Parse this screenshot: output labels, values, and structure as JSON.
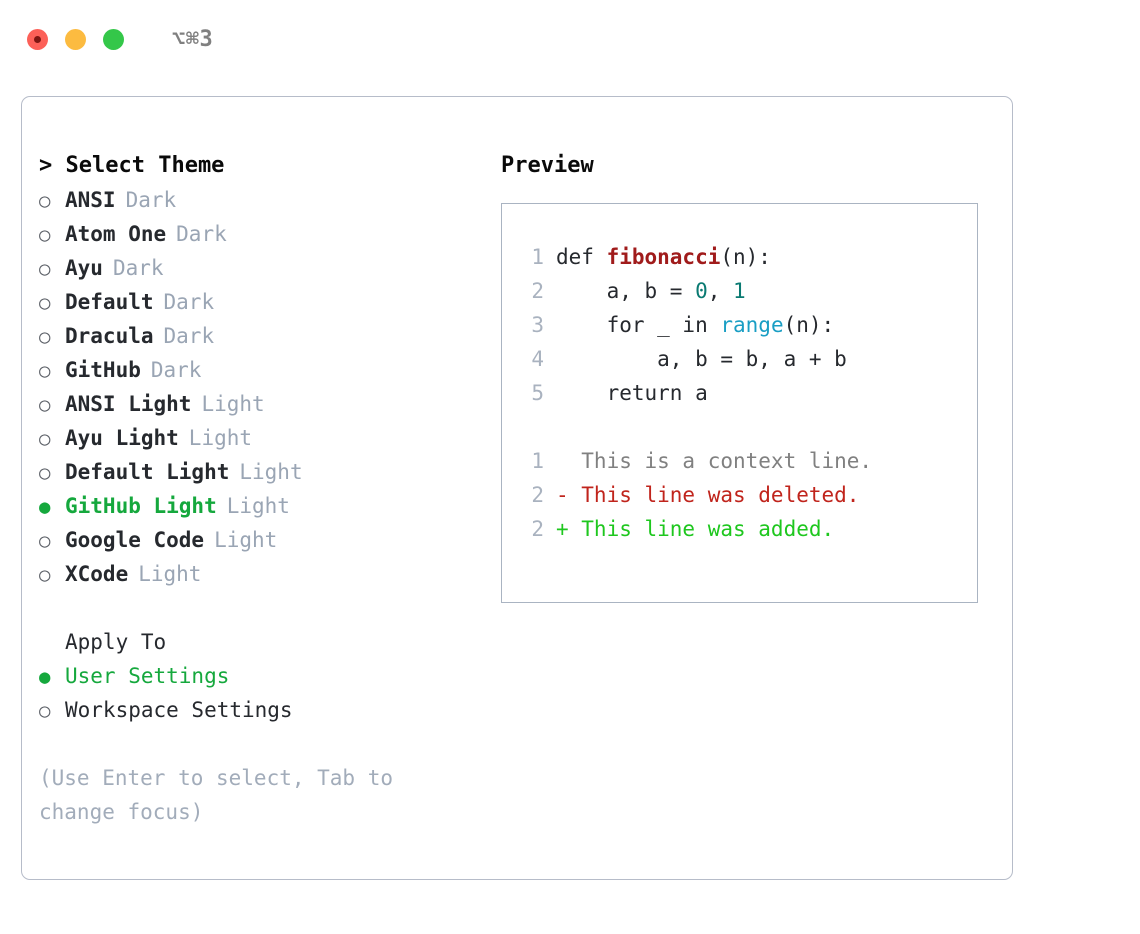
{
  "titlebar": {
    "shortcut": "⌥⌘3",
    "buttons": [
      "close",
      "minimize",
      "zoom"
    ]
  },
  "theme_picker": {
    "header": "> Select Theme",
    "items": [
      {
        "marker": "○",
        "label": "ANSI",
        "suffix": "Dark",
        "selected": false
      },
      {
        "marker": "○",
        "label": "Atom One",
        "suffix": "Dark",
        "selected": false
      },
      {
        "marker": "○",
        "label": "Ayu",
        "suffix": "Dark",
        "selected": false
      },
      {
        "marker": "○",
        "label": "Default",
        "suffix": "Dark",
        "selected": false
      },
      {
        "marker": "○",
        "label": "Dracula",
        "suffix": "Dark",
        "selected": false
      },
      {
        "marker": "○",
        "label": "GitHub",
        "suffix": "Dark",
        "selected": false
      },
      {
        "marker": "○",
        "label": "ANSI Light",
        "suffix": "Light",
        "selected": false
      },
      {
        "marker": "○",
        "label": "Ayu Light",
        "suffix": "Light",
        "selected": false
      },
      {
        "marker": "○",
        "label": "Default Light",
        "suffix": "Light",
        "selected": false
      },
      {
        "marker": "●",
        "label": "GitHub Light",
        "suffix": "Light",
        "selected": true
      },
      {
        "marker": "○",
        "label": "Google Code",
        "suffix": "Light",
        "selected": false
      },
      {
        "marker": "○",
        "label": "XCode",
        "suffix": "Light",
        "selected": false
      }
    ]
  },
  "apply_to": {
    "heading": "Apply To",
    "items": [
      {
        "marker": "●",
        "label": "User Settings",
        "selected": true
      },
      {
        "marker": "○",
        "label": "Workspace Settings",
        "selected": false
      }
    ]
  },
  "hint": "(Use Enter to select, Tab to change focus)",
  "preview": {
    "title": "Preview",
    "code_lines": [
      {
        "no": "1",
        "tokens": [
          {
            "t": "def ",
            "c": "plain"
          },
          {
            "t": "fibonacci",
            "c": "fn"
          },
          {
            "t": "(n):",
            "c": "plain"
          }
        ]
      },
      {
        "no": "2",
        "tokens": [
          {
            "t": "    a, b = ",
            "c": "plain"
          },
          {
            "t": "0",
            "c": "num"
          },
          {
            "t": ", ",
            "c": "plain"
          },
          {
            "t": "1",
            "c": "num"
          }
        ]
      },
      {
        "no": "3",
        "tokens": [
          {
            "t": "    for _ in ",
            "c": "plain"
          },
          {
            "t": "range",
            "c": "call"
          },
          {
            "t": "(n):",
            "c": "plain"
          }
        ]
      },
      {
        "no": "4",
        "tokens": [
          {
            "t": "        a, b = b, a + b",
            "c": "plain"
          }
        ]
      },
      {
        "no": "5",
        "tokens": [
          {
            "t": "    return a",
            "c": "plain"
          }
        ]
      }
    ],
    "diff_lines": [
      {
        "no": "1",
        "kind": "context",
        "text": "  This is a context line."
      },
      {
        "no": "2",
        "kind": "del",
        "text": "- This line was deleted."
      },
      {
        "no": "2",
        "kind": "add",
        "text": "+ This line was added."
      }
    ]
  },
  "colors": {
    "selected_green": "#15a83d",
    "diff_add": "#1ec71e",
    "diff_del": "#c0241c",
    "diff_context": "#808080",
    "muted": "#9aa5b4",
    "hint": "#a2acba",
    "fn_red": "#a01b1b",
    "num_teal": "#0a7a72",
    "call_blue": "#1a9ec4",
    "border": "#b6bcc9"
  }
}
